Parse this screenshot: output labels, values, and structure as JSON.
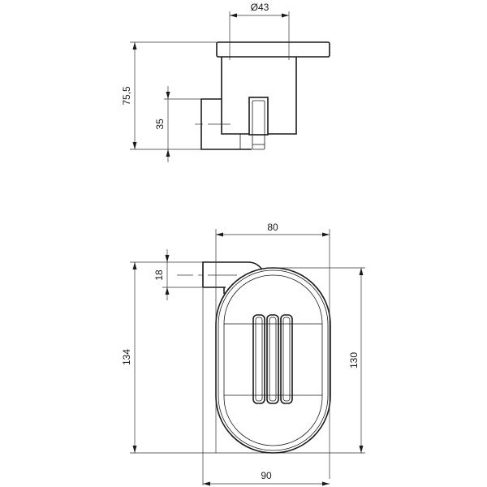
{
  "drawing": {
    "top_view": {
      "dimensions": {
        "diameter": "Ø43",
        "height_total": "75,5",
        "height_mount": "35"
      }
    },
    "front_view": {
      "dimensions": {
        "width_top": "80",
        "arm_height": "18",
        "height_total": "134",
        "height_dish": "130",
        "width_bottom": "90"
      }
    }
  },
  "colors": {
    "line": "#1a1a1a",
    "background": "#ffffff"
  }
}
